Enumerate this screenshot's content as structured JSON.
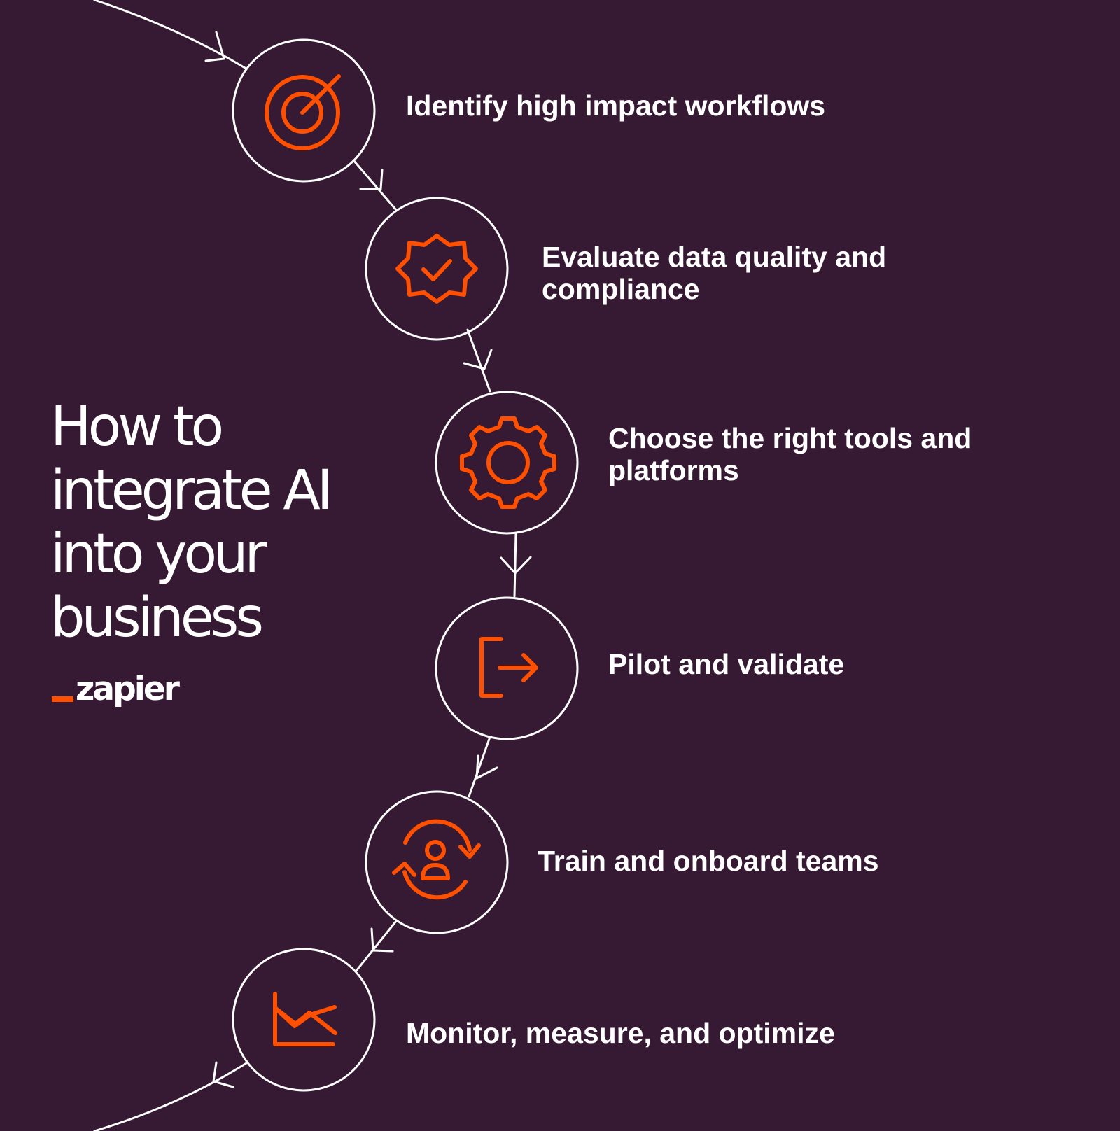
{
  "title_lines": [
    "How to",
    "integrate AI",
    "into your",
    "business"
  ],
  "brand": {
    "word": "zapier",
    "mark_color": "#ff4f00"
  },
  "colors": {
    "background": "#361a33",
    "accent": "#ff4f00",
    "line": "#ffffff"
  },
  "steps": [
    {
      "lines": [
        "Identify high impact workflows"
      ],
      "icon": "target-icon"
    },
    {
      "lines": [
        "Evaluate data quality and",
        "compliance"
      ],
      "icon": "verified-badge-icon"
    },
    {
      "lines": [
        "Choose the right tools and",
        "platforms"
      ],
      "icon": "gear-icon"
    },
    {
      "lines": [
        "Pilot and validate"
      ],
      "icon": "exit-arrow-icon"
    },
    {
      "lines": [
        "Train and onboard teams"
      ],
      "icon": "user-sync-icon"
    },
    {
      "lines": [
        "Monitor, measure, and optimize"
      ],
      "icon": "line-chart-icon"
    }
  ]
}
